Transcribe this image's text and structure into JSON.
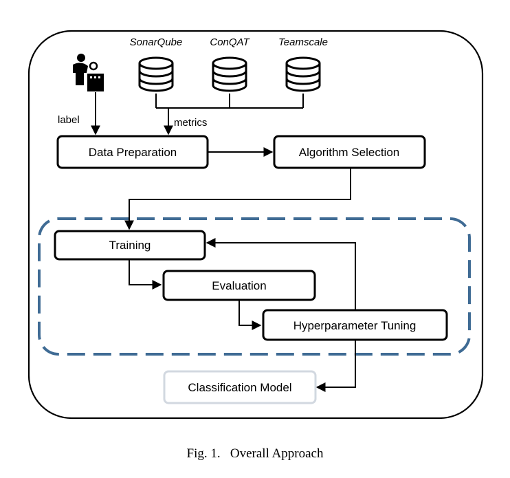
{
  "tools": [
    "SonarQube",
    "ConQAT",
    "Teamscale"
  ],
  "edge_labels": {
    "label": "label",
    "metrics": "metrics"
  },
  "steps": {
    "data_preparation": "Data Preparation",
    "algorithm_selection": "Algorithm Selection",
    "training": "Training",
    "evaluation": "Evaluation",
    "hyperparameter_tuning": "Hyperparameter Tuning",
    "classification_model": "Classification Model"
  },
  "caption": "Fig. 1.   Overall Approach",
  "colors": {
    "dashed_group": "#3f6b94",
    "model_box": "#d2d8e0",
    "stroke": "#000000"
  },
  "icons": {
    "person": "person-with-magnifier-icon",
    "database": "database-icon"
  }
}
